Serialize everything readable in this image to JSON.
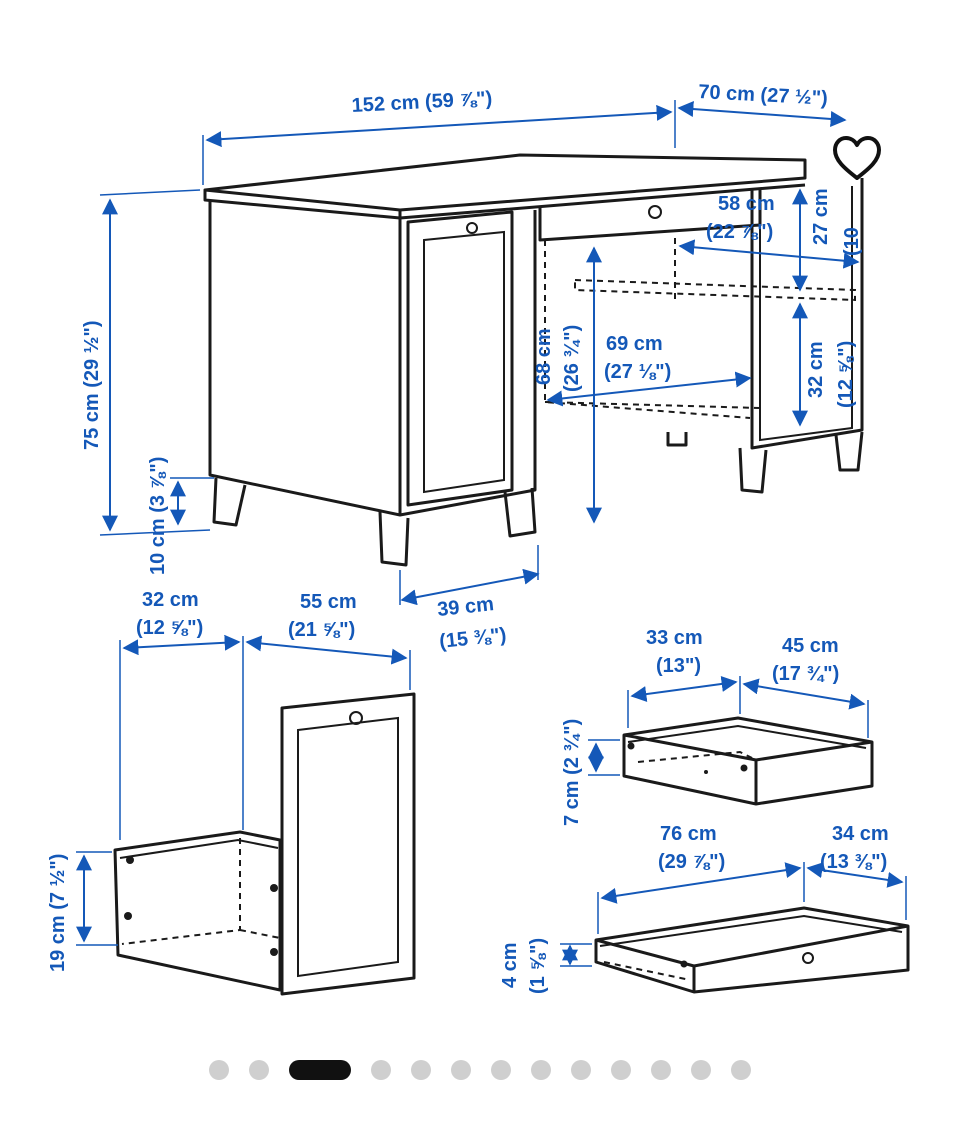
{
  "colors": {
    "dimension": "#1458b8",
    "drawing": "#1a1a1a",
    "dot_inactive": "#cfcfcf",
    "dot_active": "#111111"
  },
  "favorite": {
    "icon": "heart-outline-icon"
  },
  "dimensions": {
    "desk_width": "152 cm (59 ⅞\")",
    "desk_depth": "70 cm (27 ½\")",
    "desk_height": "75 cm (29 ½\")",
    "leg_height": "10 cm (3 ⅞\")",
    "shelf_depth_cm": "58 cm",
    "shelf_depth_in": "(22 ⅞\")",
    "upper_height": "27 cm",
    "upper_height_in": "(10",
    "knee_height_cm": "68 cm",
    "knee_height_in": "(26 ¾\")",
    "knee_width_cm": "69 cm",
    "knee_width_in": "(27 ⅛\")",
    "cabinet_height_cm": "32 cm",
    "cabinet_height_in": "(12 ⅝\")",
    "cabinet_width_cm": "39 cm",
    "cabinet_width_in": "(15 ⅜\")",
    "drawer_a_width_cm": "32 cm",
    "drawer_a_width_in": "(12 ⅝\")",
    "drawer_a_depth_cm": "55 cm",
    "drawer_a_depth_in": "(21 ⅝\")",
    "drawer_a_height": "19 cm (7 ½\")",
    "drawer_b_width_cm": "33 cm",
    "drawer_b_width_in": "(13\")",
    "drawer_b_depth_cm": "45 cm",
    "drawer_b_depth_in": "(17 ¾\")",
    "drawer_b_height": "7 cm (2 ¾\")",
    "drawer_c_width_cm": "76 cm",
    "drawer_c_width_in": "(29 ⅞\")",
    "drawer_c_depth_cm": "34 cm",
    "drawer_c_depth_in": "(13 ⅜\")",
    "drawer_c_height_cm": "4 cm",
    "drawer_c_height_in": "(1 ⅝\")"
  },
  "carousel": {
    "total": 13,
    "active_index": 2
  }
}
